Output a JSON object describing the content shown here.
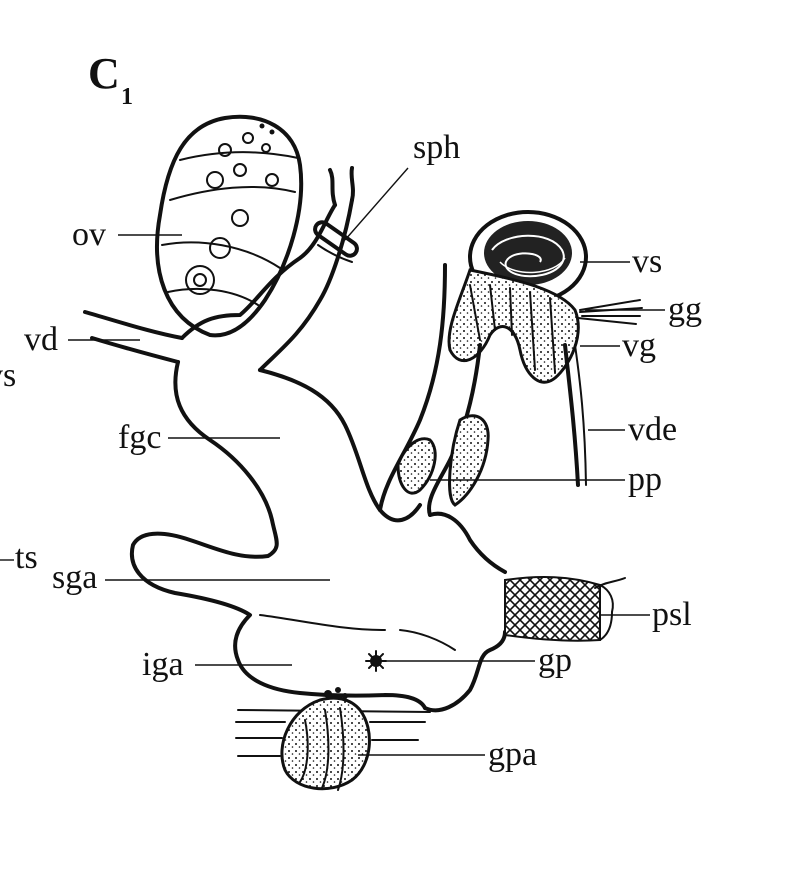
{
  "figure": {
    "panel_label": "C",
    "panel_subscript": "1"
  },
  "labels": {
    "sph": "sph",
    "ov": "ov",
    "vs": "vs",
    "vs_cut": "vs",
    "gg": "gg",
    "vd": "vd",
    "vg": "vg",
    "fgc": "fgc",
    "vde": "vde",
    "pp": "pp",
    "ts": "ts",
    "sga": "sga",
    "psl": "psl",
    "iga": "iga",
    "gp": "gp",
    "gpa": "gpa"
  }
}
